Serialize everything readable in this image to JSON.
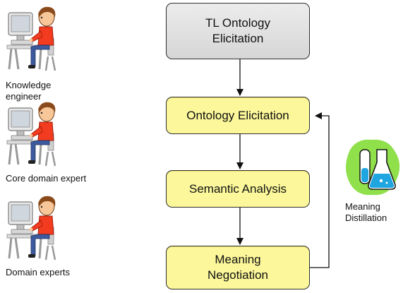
{
  "diagram": {
    "nodes": {
      "tl_ontology_elicitation": {
        "line1": "TL Ontology",
        "line2": "Elicitation"
      },
      "ontology_elicitation": {
        "label": "Ontology Elicitation"
      },
      "semantic_analysis": {
        "label": "Semantic Analysis"
      },
      "meaning_negotiation": {
        "line1": "Meaning",
        "line2": "Negotiation"
      }
    },
    "actors": {
      "knowledge_engineer": {
        "line1": "Knowledge",
        "line2": "engineer",
        "icon": "person-at-computer-icon"
      },
      "core_domain_expert": {
        "label": "Core domain expert",
        "icon": "person-at-computer-icon"
      },
      "domain_experts": {
        "label": "Domain experts",
        "icon": "person-at-computer-icon"
      }
    },
    "meaning_distillation": {
      "line1": "Meaning",
      "line2": "Distillation",
      "icon": "lab-flask-icon"
    },
    "edges": [
      {
        "from": "TL Ontology Elicitation",
        "to": "Ontology Elicitation"
      },
      {
        "from": "Ontology Elicitation",
        "to": "Semantic Analysis"
      },
      {
        "from": "Semantic Analysis",
        "to": "Meaning Negotiation"
      },
      {
        "from": "Meaning Negotiation",
        "to": "Ontology Elicitation",
        "type": "feedback-loop"
      }
    ],
    "colors": {
      "tl_box": "#dcdcdc",
      "process_box": "#fbf79a",
      "distillation_blob": "#8fe04a",
      "flask_liquid": "#1fa6e0",
      "shirt": "#f23b1f",
      "skin": "#f7c79a",
      "hair": "#8a4a1c"
    }
  }
}
